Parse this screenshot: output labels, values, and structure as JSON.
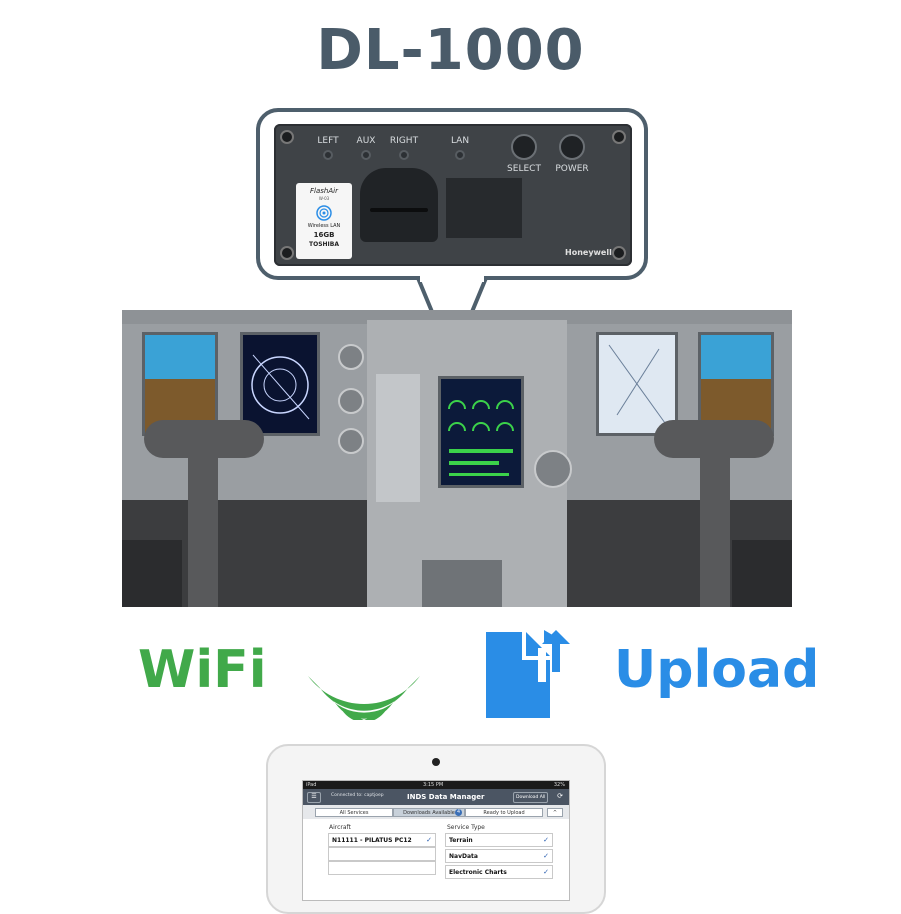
{
  "title": "DL-1000",
  "device": {
    "led_labels": [
      "LEFT",
      "AUX",
      "RIGHT",
      "LAN"
    ],
    "buttons": [
      "SELECT",
      "POWER"
    ],
    "brand": "Honeywell",
    "sd_card": {
      "brand": "FlashAir",
      "model": "W-03",
      "wireless": "Wireless LAN",
      "capacity": "16GB",
      "maker": "TOSHIBA"
    }
  },
  "features": {
    "wifi_label": "WiFi",
    "upload_label": "Upload"
  },
  "colors": {
    "title": "#4a5b69",
    "wifi": "#41a94a",
    "upload": "#2a8de6"
  },
  "tablet": {
    "status_left": "iPad",
    "status_time": "3:15 PM",
    "status_right": "32%",
    "connected": "Connected to: captjoep",
    "app_title": "INDS Data Manager",
    "download_all": "Download All",
    "segments": [
      "All Services",
      "Downloads Available",
      "Ready to Upload"
    ],
    "badge": "4",
    "aircraft_header": "Aircraft",
    "aircraft": [
      {
        "name": "N11111 - PILATUS PC12",
        "checked": true
      }
    ],
    "service_header": "Service Type",
    "services": [
      {
        "name": "Terrain",
        "checked": true
      },
      {
        "name": "NavData",
        "checked": true
      },
      {
        "name": "Electronic Charts",
        "checked": true
      }
    ]
  }
}
